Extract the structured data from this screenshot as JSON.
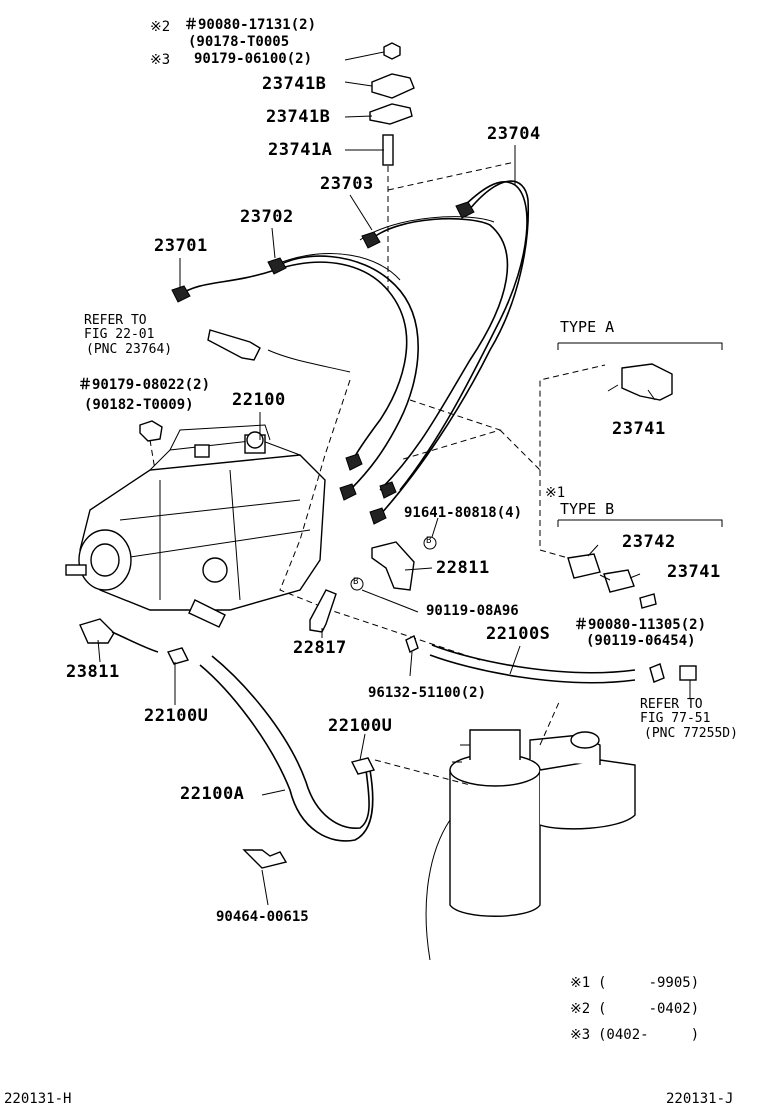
{
  "labels": {
    "p2_note_a": "※2",
    "p2_part_a": "＃90080-17131(2)",
    "p2_part_b": "(90178-T0005",
    "p3_note": "※3",
    "p3_part": "90179-06100(2)",
    "p23741b_1": "23741B",
    "p23741b_2": "23741B",
    "p23741a": "23741A",
    "p23704": "23704",
    "p23703": "23703",
    "p23702": "23702",
    "p23701": "23701",
    "refer_fig22_l1": "REFER TO",
    "refer_fig22_l2": "FIG 22-01",
    "refer_fig22_l3": "(PNC 23764)",
    "p90179_08022": "＃90179-08022(2)",
    "p90182_t0009": "(90182-T0009)",
    "p22100": "22100",
    "type_a": "TYPE A",
    "p23741_a": "23741",
    "note1_mark": "※1",
    "p91641": "91641-80818(4)",
    "type_b": "TYPE B",
    "p23742": "23742",
    "p23741_b": "23741",
    "p22811": "22811",
    "p90080_11305": "＃90080-11305(2)",
    "p90119_06454": "(90119-06454)",
    "p90119_08a96": "90119-08A96",
    "p22100s": "22100S",
    "p22817": "22817",
    "p23811": "23811",
    "p22100u_1": "22100U",
    "p96132": "96132-51100(2)",
    "refer_fig77_l1": "REFER TO",
    "refer_fig77_l2": "FIG 77-51",
    "refer_fig77_l3": "(PNC 77255D)",
    "p22100u_2": "22100U",
    "p22100a": "22100A",
    "p90464": "90464-00615",
    "circle_b_1": "B",
    "circle_b_2": "B"
  },
  "notes": [
    {
      "mark": "※1",
      "range": "(     -9905)"
    },
    {
      "mark": "※2",
      "range": "(     -0402)"
    },
    {
      "mark": "※3",
      "range": "(0402-     )"
    }
  ],
  "footer": {
    "left_code": "220131-H",
    "right_code": "220131-J"
  }
}
